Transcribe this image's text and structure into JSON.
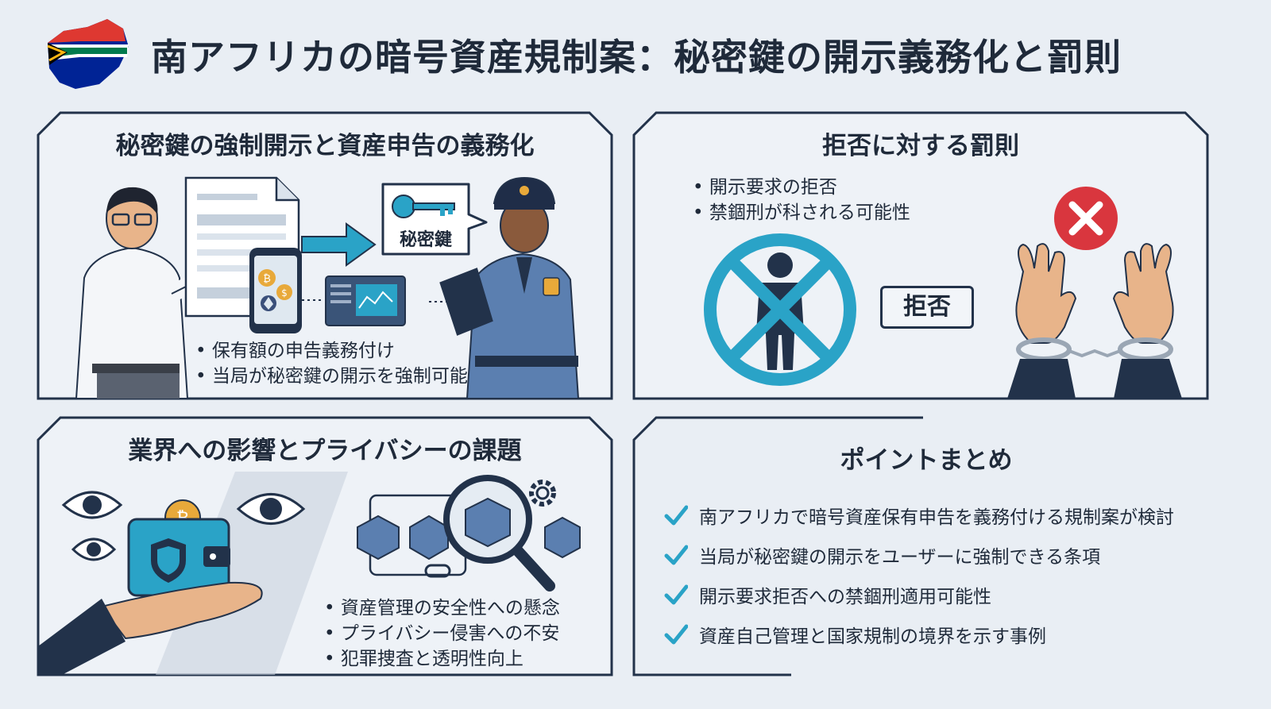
{
  "title": "南アフリカの暗号資産規制案：秘密鍵の開示義務化と罰則",
  "colors": {
    "accent": "#2aa3c7",
    "navy": "#22324a",
    "background": "#e9eef4",
    "danger": "#d9363e",
    "coin": "#e8a93a"
  },
  "icons": {
    "header": "south-africa-flag-map-icon",
    "panel1": [
      "man-pointing-icon",
      "document-icon",
      "smartphone-wallet-icon",
      "arrow-right-icon",
      "key-speech-bubble-icon",
      "laptop-chart-icon",
      "police-officer-icon"
    ],
    "panel2": [
      "prohibited-person-icon",
      "handcuffed-hands-icon",
      "red-x-icon"
    ],
    "panel3": [
      "eye-icon",
      "wallet-shield-icon",
      "hand-icon",
      "blockchain-magnifier-icon",
      "gear-icon"
    ],
    "panel4": [
      "check-icon"
    ]
  },
  "panel1": {
    "title": "秘密鍵の強制開示と資産申告の義務化",
    "key_label": "秘密鍵",
    "bullets": [
      "保有額の申告義務付け",
      "当局が秘密鍵の開示を強制可能"
    ]
  },
  "panel2": {
    "title": "拒否に対する罰則",
    "bullets": [
      "開示要求の拒否",
      "禁錮刑が科される可能性"
    ],
    "reject_label": "拒否"
  },
  "panel3": {
    "title": "業界への影響とプライバシーの課題",
    "bullets": [
      "資産管理の安全性への懸念",
      "プライバシー侵害への不安",
      "犯罪捜査と透明性向上"
    ]
  },
  "panel4": {
    "title": "ポイントまとめ",
    "points": [
      "南アフリカで暗号資産保有申告を義務付ける規制案が検討",
      "当局が秘密鍵の開示をユーザーに強制できる条項",
      "開示要求拒否への禁錮刑適用可能性",
      "資産自己管理と国家規制の境界を示す事例"
    ]
  }
}
